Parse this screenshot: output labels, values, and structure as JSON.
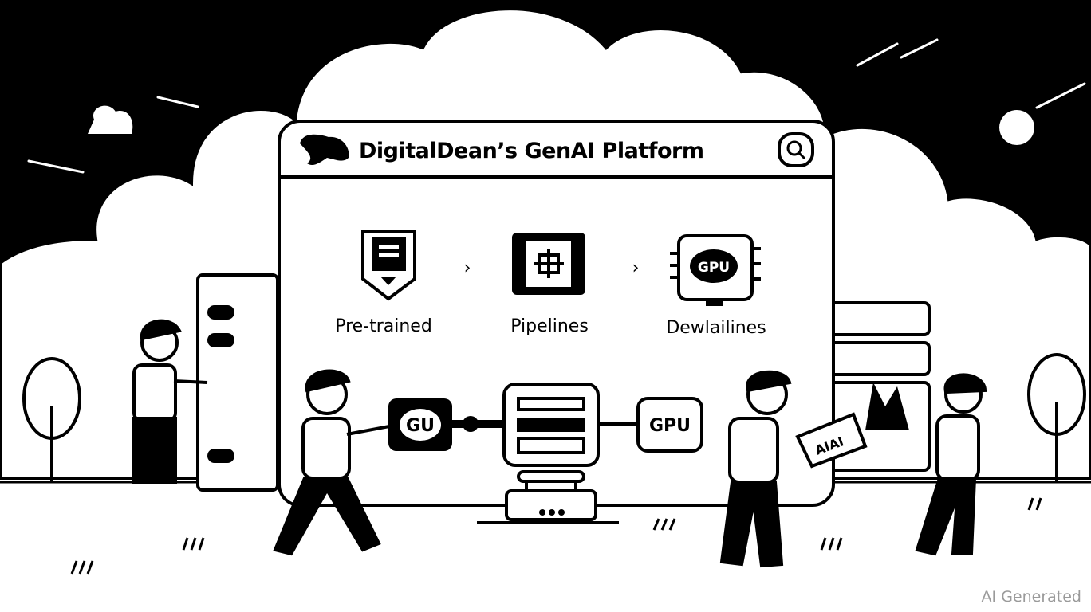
{
  "window": {
    "title": "DigitalDean’s GenAI Platform",
    "logo_icon": "dolphin-logo-icon",
    "search_icon": "search-icon"
  },
  "steps": [
    {
      "label": "Pre-trained",
      "icon": "document-download-icon"
    },
    {
      "label": "Pipelines",
      "icon": "chip-icon"
    },
    {
      "label": "Dewlailines",
      "icon": "gpu-chip-icon",
      "badge": "GPU"
    }
  ],
  "diagram": {
    "left_box": "GU",
    "right_box": "GPU",
    "sign_text": "AIAI"
  },
  "watermark": "AI Generated",
  "colors": {
    "ink": "#000000",
    "paper": "#ffffff",
    "watermark": "#9a9a9a"
  }
}
